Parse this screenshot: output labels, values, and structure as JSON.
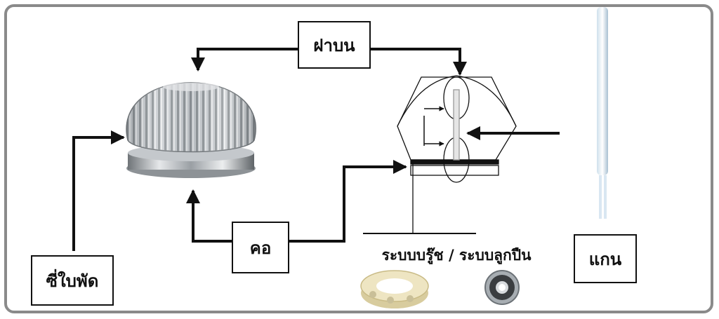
{
  "labels": {
    "top_cover": "ฝาบน",
    "neck": "คอ",
    "blades": "ซี่ใบพัด",
    "shaft": "แกน",
    "bearing_caption": "ระบบบรู๊ช / ระบบลูกปืน"
  },
  "colors": {
    "frame": "#8a8a8a",
    "line": "#111111",
    "metal": "#b8bcc0",
    "bushing": "#e9dfb8"
  }
}
